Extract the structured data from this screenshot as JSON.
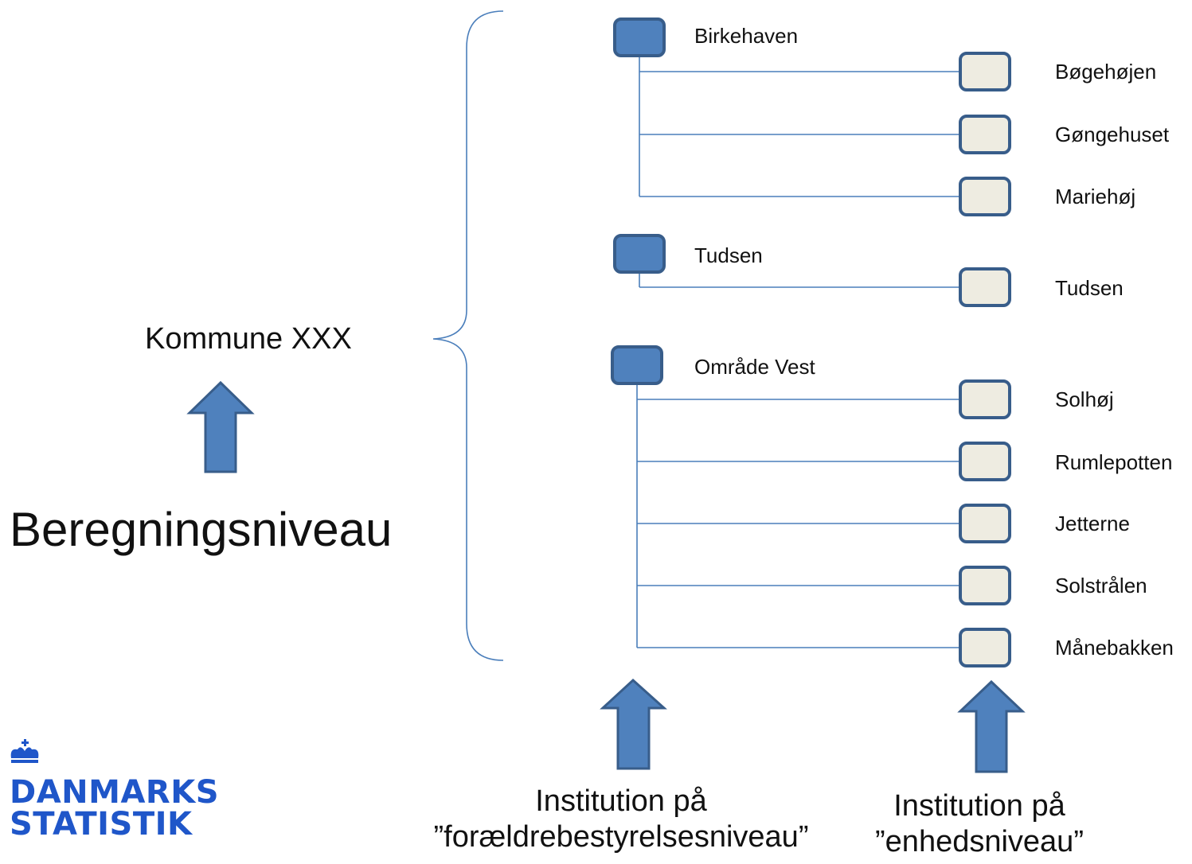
{
  "calc_level": {
    "label": "Kommune XXX",
    "caption": "Beregningsniveau"
  },
  "parents": [
    {
      "label": "Birkehaven"
    },
    {
      "label": "Tudsen"
    },
    {
      "label": "Område Vest"
    }
  ],
  "units": [
    {
      "label": "Bøgehøjen"
    },
    {
      "label": "Gøngehuset"
    },
    {
      "label": "Mariehøj"
    },
    {
      "label": "Tudsen"
    },
    {
      "label": "Solhøj"
    },
    {
      "label": "Rumlepotten"
    },
    {
      "label": "Jetterne"
    },
    {
      "label": "Solstrålen"
    },
    {
      "label": "Månebakken"
    }
  ],
  "levels": {
    "parent_line1": "Institution på",
    "parent_line2": "”forældrebestyrelsesniveau”",
    "unit_line1": "Institution på",
    "unit_line2": "”enhedsniveau”"
  },
  "logo": {
    "line1": "DANMARKS",
    "line2": "STATISTIK"
  },
  "colors": {
    "parent_fill": "#4f81bd",
    "parent_stroke": "#385d8a",
    "unit_fill": "#eeece1",
    "unit_stroke": "#385d8a",
    "connector": "#4a7ebb",
    "logo": "#1f56c9"
  }
}
